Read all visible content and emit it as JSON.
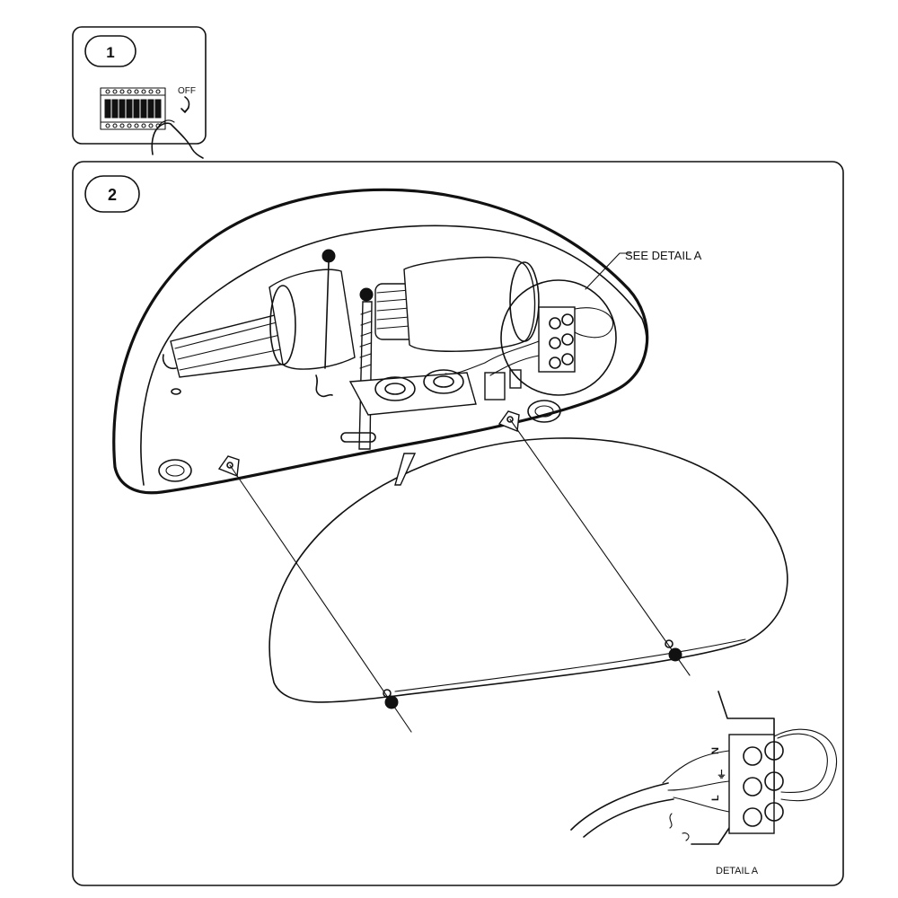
{
  "steps": [
    {
      "number": "1",
      "label": "OFF"
    },
    {
      "number": "2"
    }
  ],
  "callouts": {
    "see_detail": "SEE DETAIL  A",
    "detail_caption": "DETAIL  A"
  },
  "terminal_markings": {
    "neutral": "N",
    "earth": "⏚",
    "live": "L"
  },
  "icons": [
    "circuit-breaker-panel",
    "hand",
    "off-arrow",
    "screw",
    "lamp",
    "terminal-block",
    "wall-plug"
  ],
  "colors": {
    "line": "#111111",
    "background": "#ffffff"
  }
}
